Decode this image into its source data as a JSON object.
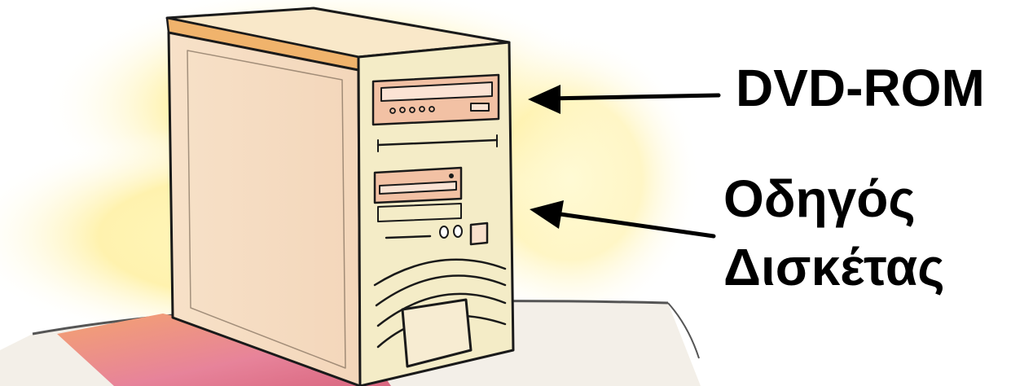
{
  "labels": {
    "dvd_rom": "DVD-ROM",
    "floppy_drive_line1": "Οδηγός",
    "floppy_drive_line2": "Δισκέτας"
  },
  "colors": {
    "background": "#ffffff",
    "glow": "#fff3a6",
    "floor": "#f3efe8",
    "shadow_pink": "#e7839a",
    "case_side": "#f6dcc0",
    "case_front": "#f4ecc7",
    "case_top": "#f9e8c9",
    "top_stripe": "#f0b36c",
    "drive_bezel": "#f2c1a4",
    "outline": "#1a1a1a",
    "arrow": "#000000"
  },
  "icons": [
    "computer-tower-icon",
    "arrow-left-icon"
  ]
}
